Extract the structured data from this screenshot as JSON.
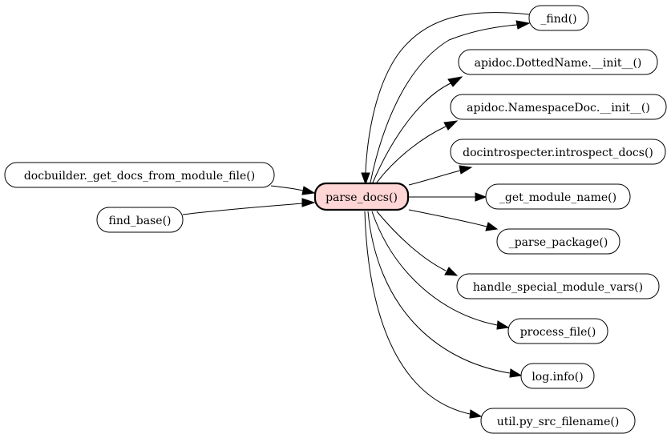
{
  "graph": {
    "center": "parse_docs()",
    "callers": [
      "docbuilder._get_docs_from_module_file()",
      "find_base()"
    ],
    "callees": [
      "_find()",
      "apidoc.DottedName.__init__()",
      "apidoc.NamespaceDoc.__init__()",
      "docintrospecter.introspect_docs()",
      "_get_module_name()",
      "_parse_package()",
      "handle_special_module_vars()",
      "process_file()",
      "log.info()",
      "util.py_src_filename()"
    ]
  },
  "colors": {
    "center_fill": "#ffd5d5",
    "node_fill": "#ffffff",
    "stroke": "#000000"
  }
}
